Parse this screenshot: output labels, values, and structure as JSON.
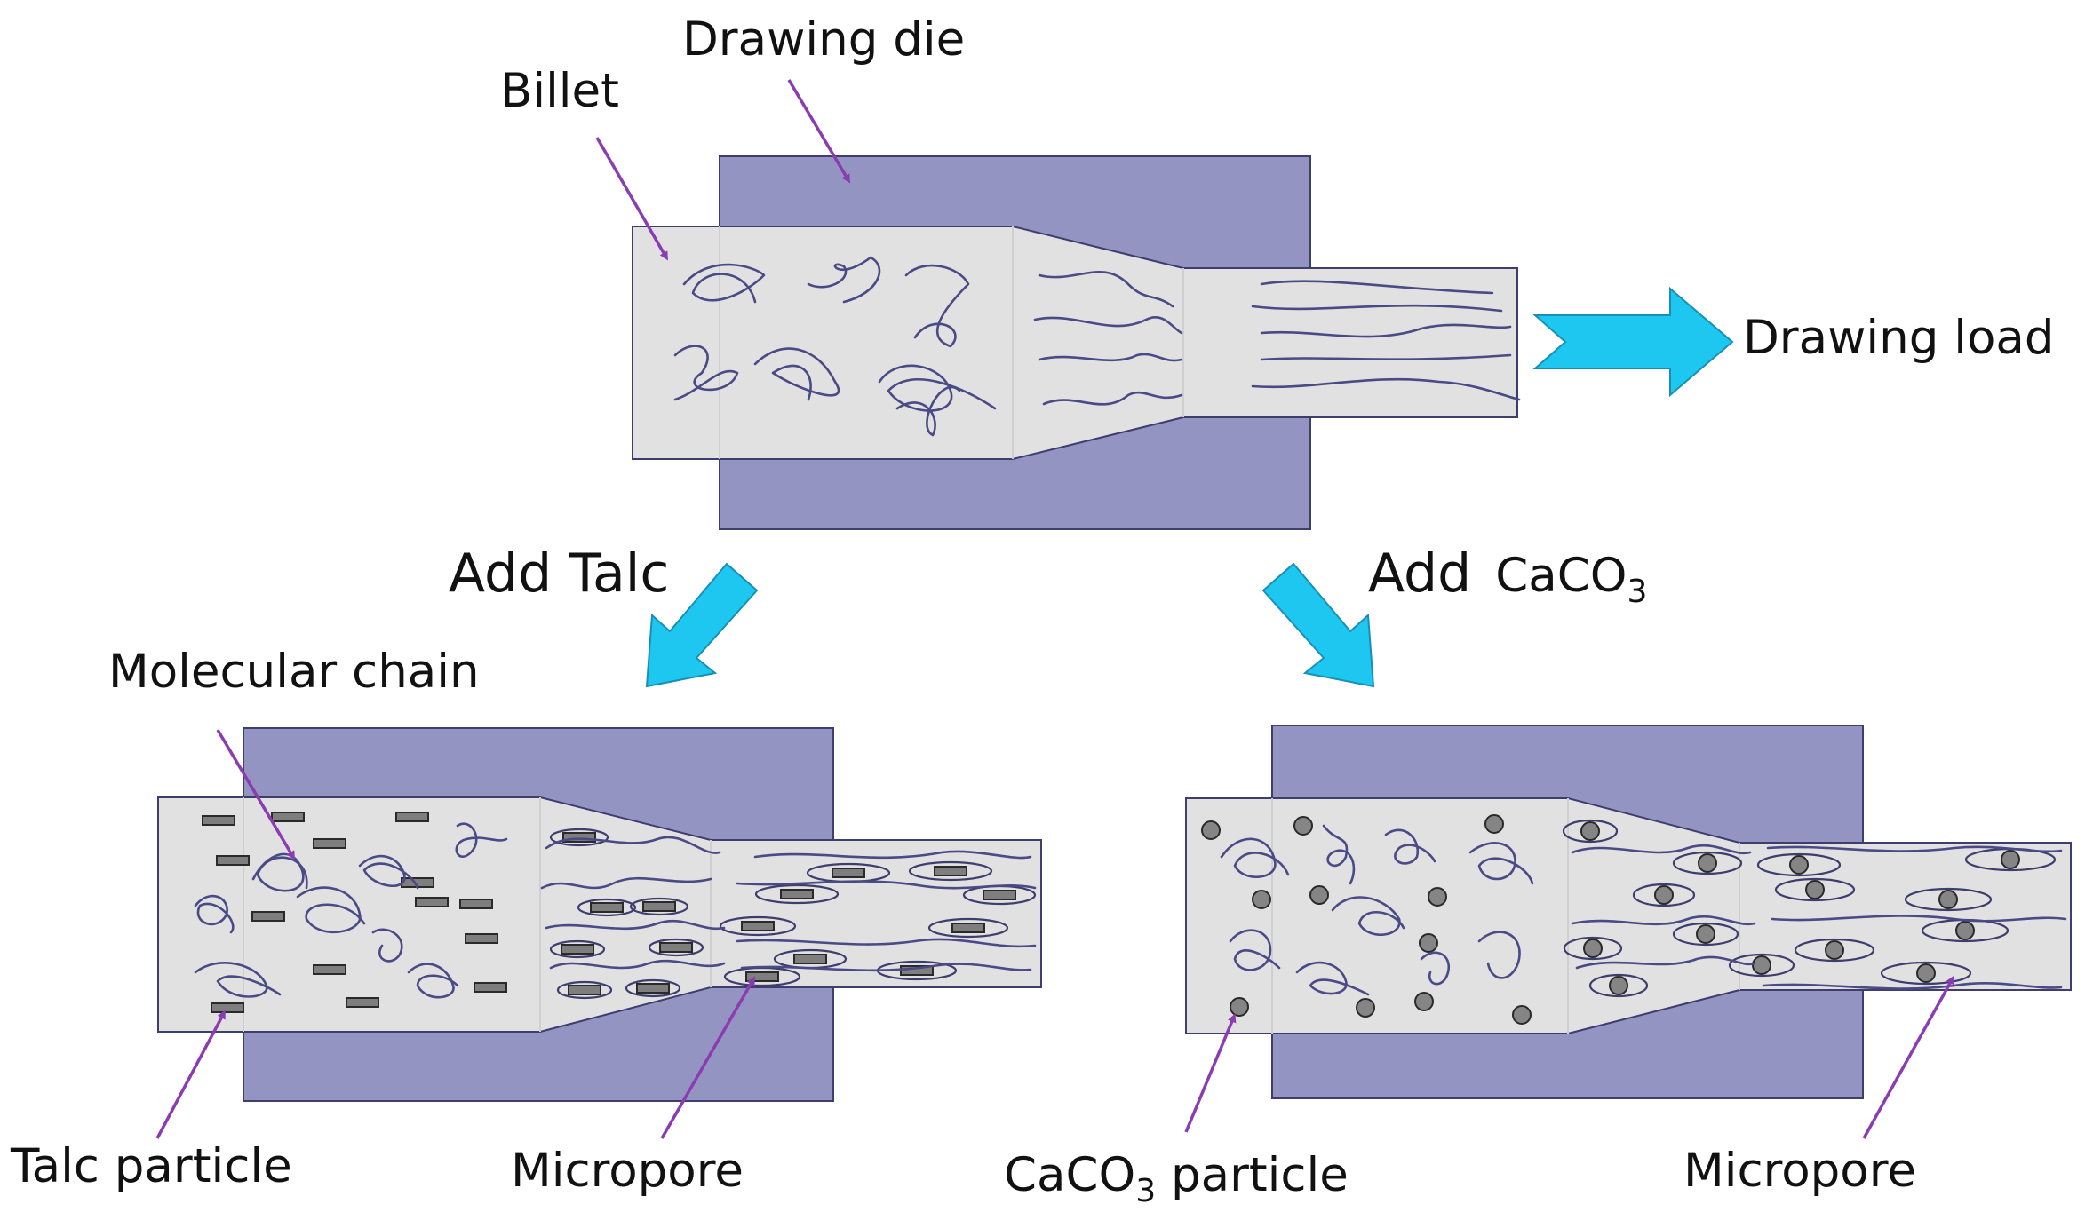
{
  "labels": {
    "drawing_die": "Drawing die",
    "billet": "Billet",
    "drawing_load": "Drawing load",
    "add_talc": "Add Talc",
    "add_caco3_prefix": "Add ",
    "add_caco3_formula": "CaCO",
    "add_caco3_sub": "3",
    "molecular_chain": "Molecular chain",
    "talc_particle": "Talc particle",
    "micropore_left": "Micropore",
    "caco3_particle_formula": "CaCO",
    "caco3_particle_sub": "3",
    "caco3_particle_suffix": " particle",
    "micropore_right": "Micropore"
  },
  "colors": {
    "die": "#9494c2",
    "billet": "#e1e1e1",
    "chain": "#4a4a86",
    "pointer": "#8a3db0",
    "arrow": "#1ec7f0",
    "particle": "#7e7e7e"
  }
}
